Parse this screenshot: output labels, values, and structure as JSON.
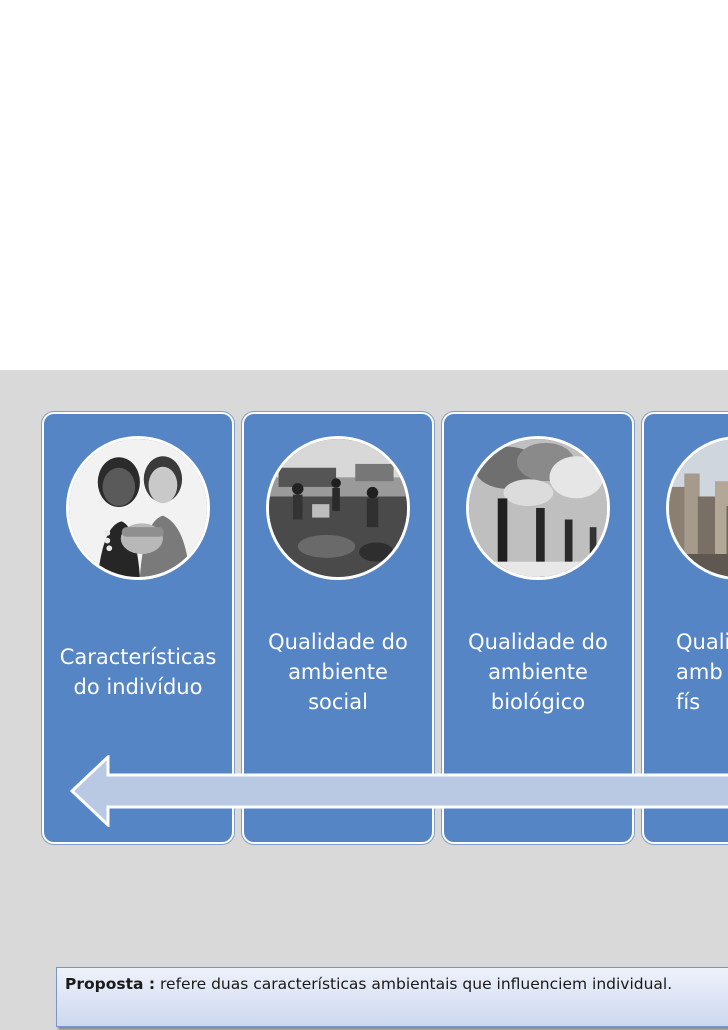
{
  "cards": [
    {
      "label": "Características\ndo indivíduo",
      "image": "smiling-women-photo"
    },
    {
      "label": "Qualidade do\nambiente\nsocial",
      "image": "poverty-scene-photo"
    },
    {
      "label": "Qualidade do\nambiente\nbiológico",
      "image": "factory-smokestacks-photo"
    },
    {
      "label": "Qualic\namb\nfís",
      "image": "city-skyline-photo"
    }
  ],
  "arrow": {
    "direction": "left",
    "color": "#b9c9e4"
  },
  "proposal": {
    "keyword": "Proposta :",
    "text": " refere duas características ambientais que influenciem individual."
  },
  "colors": {
    "card": "#5585c5",
    "panel": "#d9d9d9",
    "arrow_fill": "#b9c9e4",
    "arrow_stroke": "#ffffff"
  }
}
